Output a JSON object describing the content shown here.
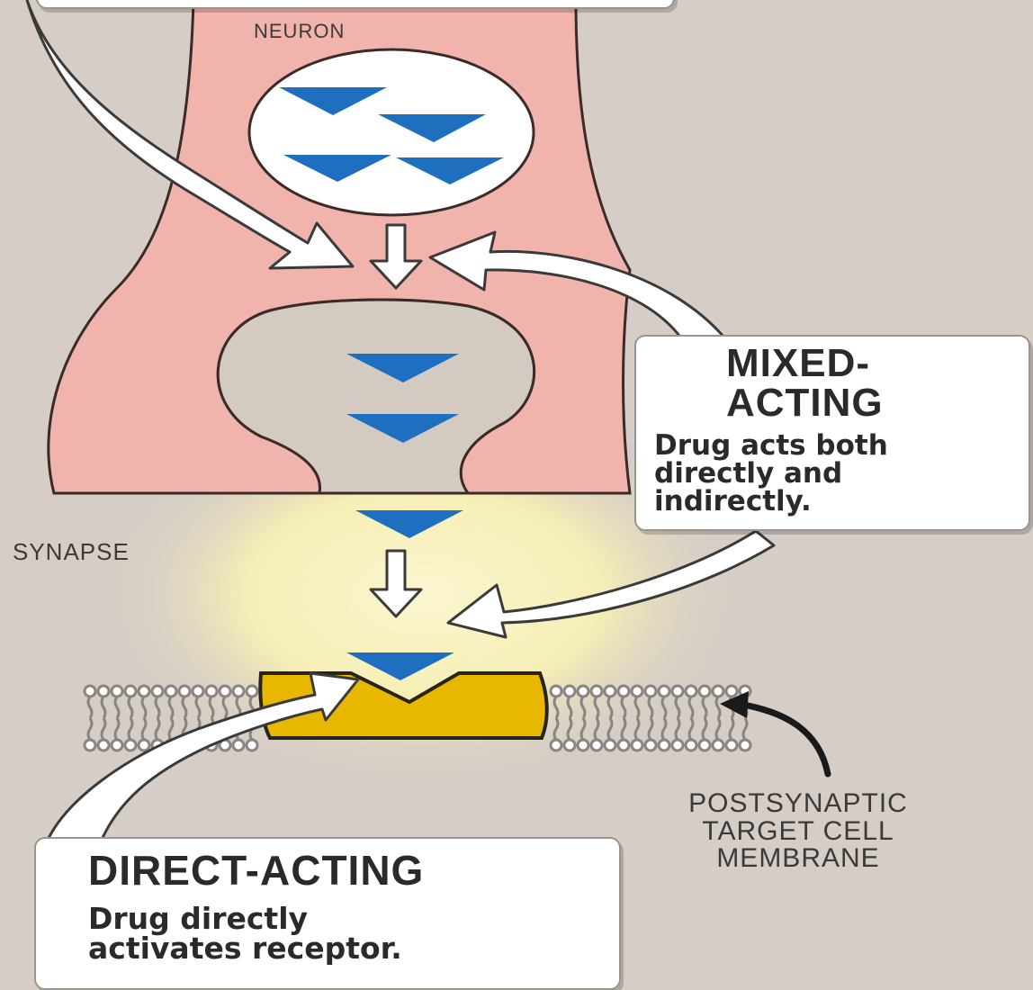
{
  "colors": {
    "background": "#d6cec6",
    "neuron": "#f0b4ac",
    "synapse_glow": "#f7f0b8",
    "vesicle": "#ffffff",
    "neurotransmitter": "#1f6fc0",
    "receptor": "#e8b800",
    "membrane_line": "#8a8580",
    "callout_arrow": "#ffffff"
  },
  "labels": {
    "neuron": "NEURON",
    "synapse": "SYNAPSE",
    "postsynaptic": [
      "POSTSYNAPTIC",
      "TARGET CELL",
      "MEMBRANE"
    ]
  },
  "mixed_acting": {
    "title_line1": "MIXED-",
    "title_line2": "ACTING",
    "body_line1": "Drug acts both",
    "body_line2": "directly and",
    "body_line3": "indirectly."
  },
  "direct_acting": {
    "title": "DIRECT-ACTING",
    "body_line1": "Drug directly",
    "body_line2": "activates receptor."
  },
  "icons": [
    "neurotransmitter-triangle-icon",
    "down-arrow-icon",
    "callout-arrow-icon",
    "receptor-icon",
    "phospholipid-icon"
  ]
}
